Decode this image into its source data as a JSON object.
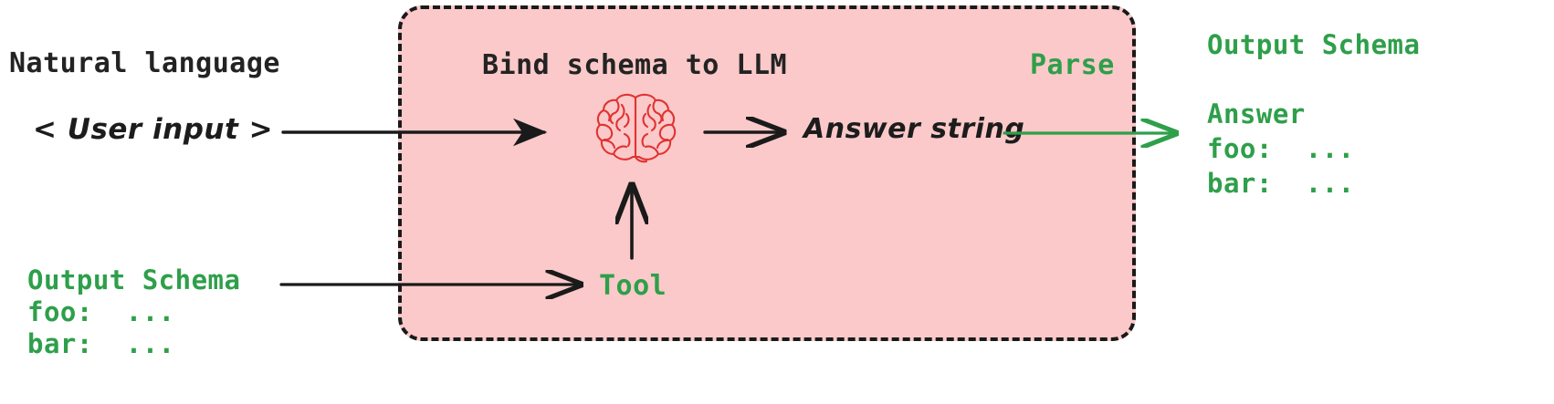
{
  "diagram": {
    "title_unrendered": "",
    "colors": {
      "panel_fill": "#fbc9c9",
      "panel_border": "#1a1a1a",
      "green": "#2e9f4a",
      "ink": "#232323",
      "brain_red": "#e03232",
      "background": "#ffffff"
    },
    "left": {
      "natural_language_label": "Natural language",
      "user_input_text": "< User input >",
      "schema_block": "Output Schema\nfoo:  ...\nbar:  ..."
    },
    "panel": {
      "bind_schema_label": "Bind schema to LLM",
      "parse_label": "Parse",
      "answer_string_label": "Answer string",
      "tool_label": "Tool",
      "brain_icon_name": "brain-icon"
    },
    "right": {
      "schema_block": "Output Schema\n\nAnswer\nfoo:  ...\nbar:  ..."
    },
    "arrows": [
      {
        "name": "user-input-to-llm-arrow",
        "color": "#1a1a1a"
      },
      {
        "name": "brain-to-answer-arrow",
        "color": "#1a1a1a"
      },
      {
        "name": "schema-to-tool-arrow",
        "color": "#1a1a1a"
      },
      {
        "name": "tool-to-brain-arrow",
        "color": "#1a1a1a"
      },
      {
        "name": "answer-to-output-arrow",
        "color": "#2e9f4a"
      }
    ]
  }
}
